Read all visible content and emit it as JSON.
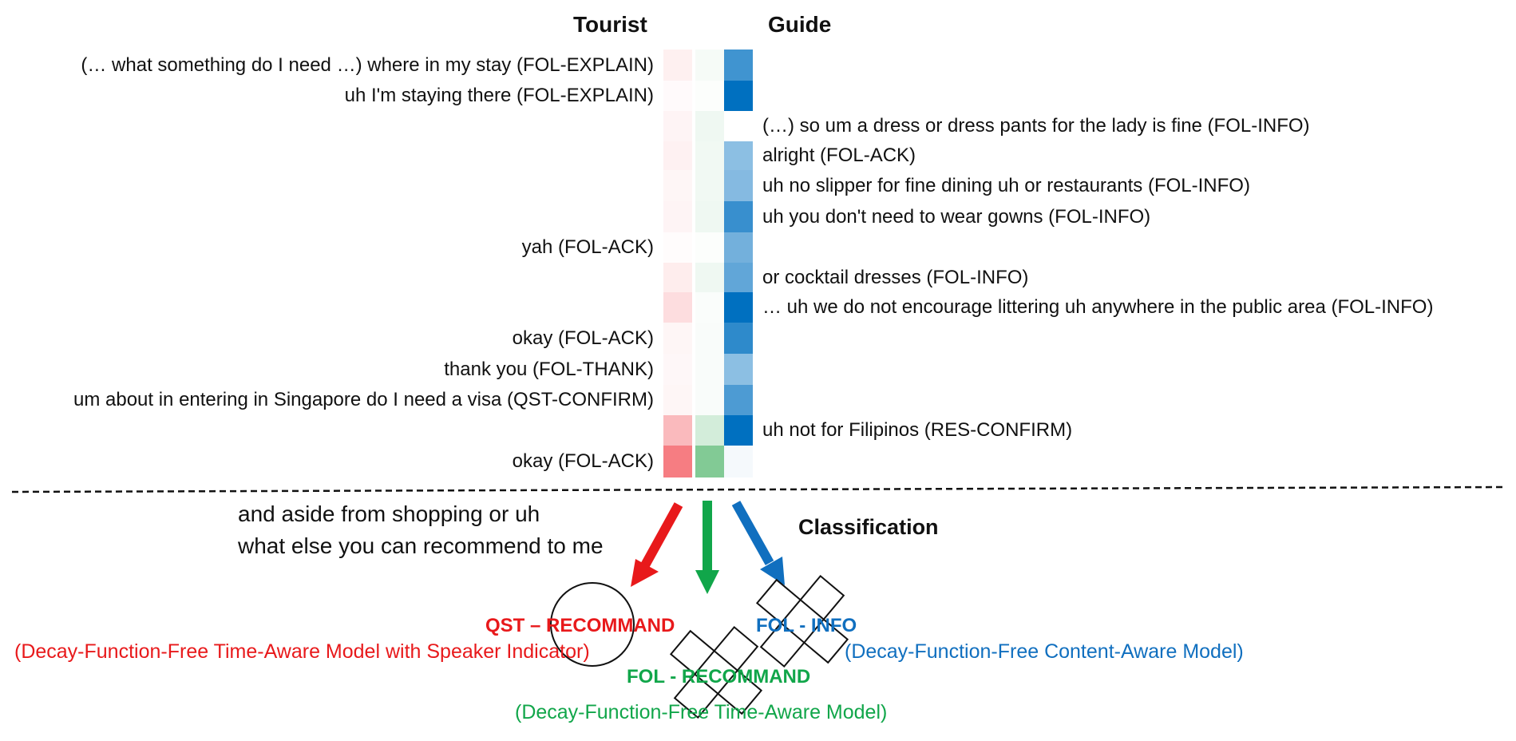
{
  "headers": {
    "tourist": "Tourist",
    "guide": "Guide"
  },
  "colors": {
    "red": "#e8191b",
    "green": "#11a64a",
    "blue": "#106fbf"
  },
  "rows": [
    {
      "speaker": "tourist",
      "text": "(… what something do I need …) where in my stay (FOL-EXPLAIN)",
      "attention": {
        "red": 0.1,
        "green": 0.06,
        "blue": 0.75
      }
    },
    {
      "speaker": "tourist",
      "text": "uh I'm staying there (FOL-EXPLAIN)",
      "attention": {
        "red": 0.03,
        "green": 0.02,
        "blue": 1.0
      }
    },
    {
      "speaker": "guide",
      "text": "(…) so um a dress or dress pants for the lady is fine (FOL-INFO)",
      "attention": {
        "red": 0.07,
        "green": 0.1,
        "blue": 0.0
      }
    },
    {
      "speaker": "guide",
      "text": "alright (FOL-ACK)",
      "attention": {
        "red": 0.09,
        "green": 0.09,
        "blue": 0.45
      }
    },
    {
      "speaker": "guide",
      "text": "uh no slipper for fine dining uh or restaurants (FOL-INFO)",
      "attention": {
        "red": 0.06,
        "green": 0.09,
        "blue": 0.48
      }
    },
    {
      "speaker": "guide",
      "text": "uh you don't need to wear gowns (FOL-INFO)",
      "attention": {
        "red": 0.07,
        "green": 0.1,
        "blue": 0.78
      }
    },
    {
      "speaker": "tourist",
      "text": "yah (FOL-ACK)",
      "attention": {
        "red": 0.02,
        "green": 0.02,
        "blue": 0.55
      }
    },
    {
      "speaker": "guide",
      "text": "or cocktail dresses (FOL-INFO)",
      "attention": {
        "red": 0.12,
        "green": 0.1,
        "blue": 0.62
      }
    },
    {
      "speaker": "guide",
      "text": "… uh we do not encourage littering uh anywhere in the public area (FOL-INFO)",
      "attention": {
        "red": 0.22,
        "green": 0.03,
        "blue": 1.0
      }
    },
    {
      "speaker": "tourist",
      "text": "okay (FOL-ACK)",
      "attention": {
        "red": 0.06,
        "green": 0.04,
        "blue": 0.82
      }
    },
    {
      "speaker": "tourist",
      "text": "thank you (FOL-THANK)",
      "attention": {
        "red": 0.05,
        "green": 0.04,
        "blue": 0.45
      }
    },
    {
      "speaker": "tourist",
      "text": "um about in entering in Singapore do I need a visa (QST-CONFIRM)",
      "attention": {
        "red": 0.06,
        "green": 0.04,
        "blue": 0.7
      }
    },
    {
      "speaker": "guide",
      "text": "uh not for Filipinos (RES-CONFIRM)",
      "attention": {
        "red": 0.45,
        "green": 0.28,
        "blue": 1.0
      }
    },
    {
      "speaker": "tourist",
      "text": "okay (FOL-ACK)",
      "attention": {
        "red": 0.85,
        "green": 0.8,
        "blue": 0.04
      }
    }
  ],
  "query": {
    "line1": "and aside from shopping or uh",
    "line2": "what else you can recommend to me"
  },
  "classification_label": "Classification",
  "outputs": {
    "red": {
      "label": "QST – RECOMMAND",
      "model": "(Decay-Function-Free Time-Aware Model with Speaker Indicator)",
      "marker": "circle"
    },
    "green": {
      "label": "FOL - RECOMMAND",
      "model": "(Decay-Function-Free Time-Aware Model)",
      "marker": "cross"
    },
    "blue": {
      "label": "FOL - INFO",
      "model": "(Decay-Function-Free Content-Aware Model)",
      "marker": "cross"
    }
  }
}
